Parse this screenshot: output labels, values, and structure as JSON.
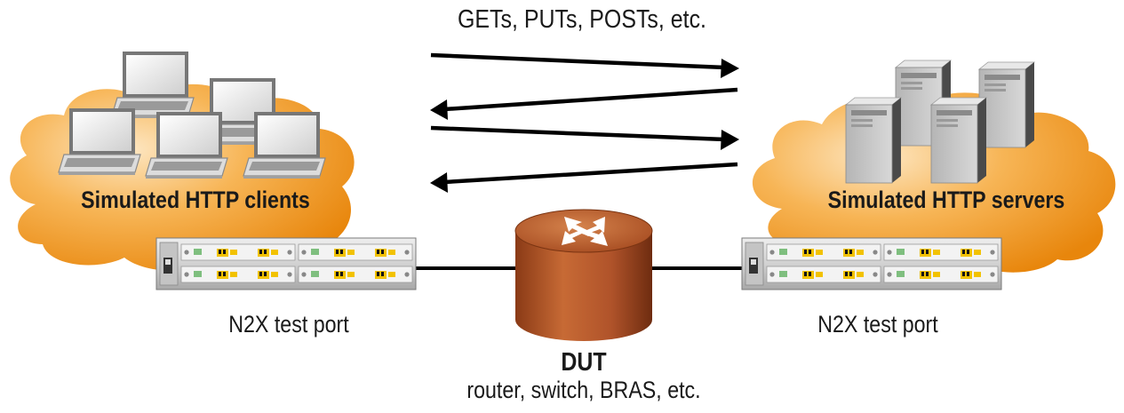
{
  "traffic": {
    "methods_label": "GETs, PUTs, POSTs, etc."
  },
  "clients": {
    "label": "Simulated HTTP clients"
  },
  "servers": {
    "label": "Simulated HTTP servers"
  },
  "left_port": {
    "label": "N2X test port"
  },
  "right_port": {
    "label": "N2X test port"
  },
  "dut": {
    "title": "DUT",
    "subtitle": "router, switch, BRAS, etc."
  },
  "colors": {
    "cloud_orange": "#f29a26",
    "cloud_light": "#fbd8a4",
    "dut_brown": "#b4582a",
    "port_gold": "#f2c200",
    "arrow": "#000000"
  },
  "icons": {
    "clients": "laptop-icon",
    "servers": "server-tower-icon",
    "dut": "router-icon",
    "ports": "test-chassis-icon"
  }
}
